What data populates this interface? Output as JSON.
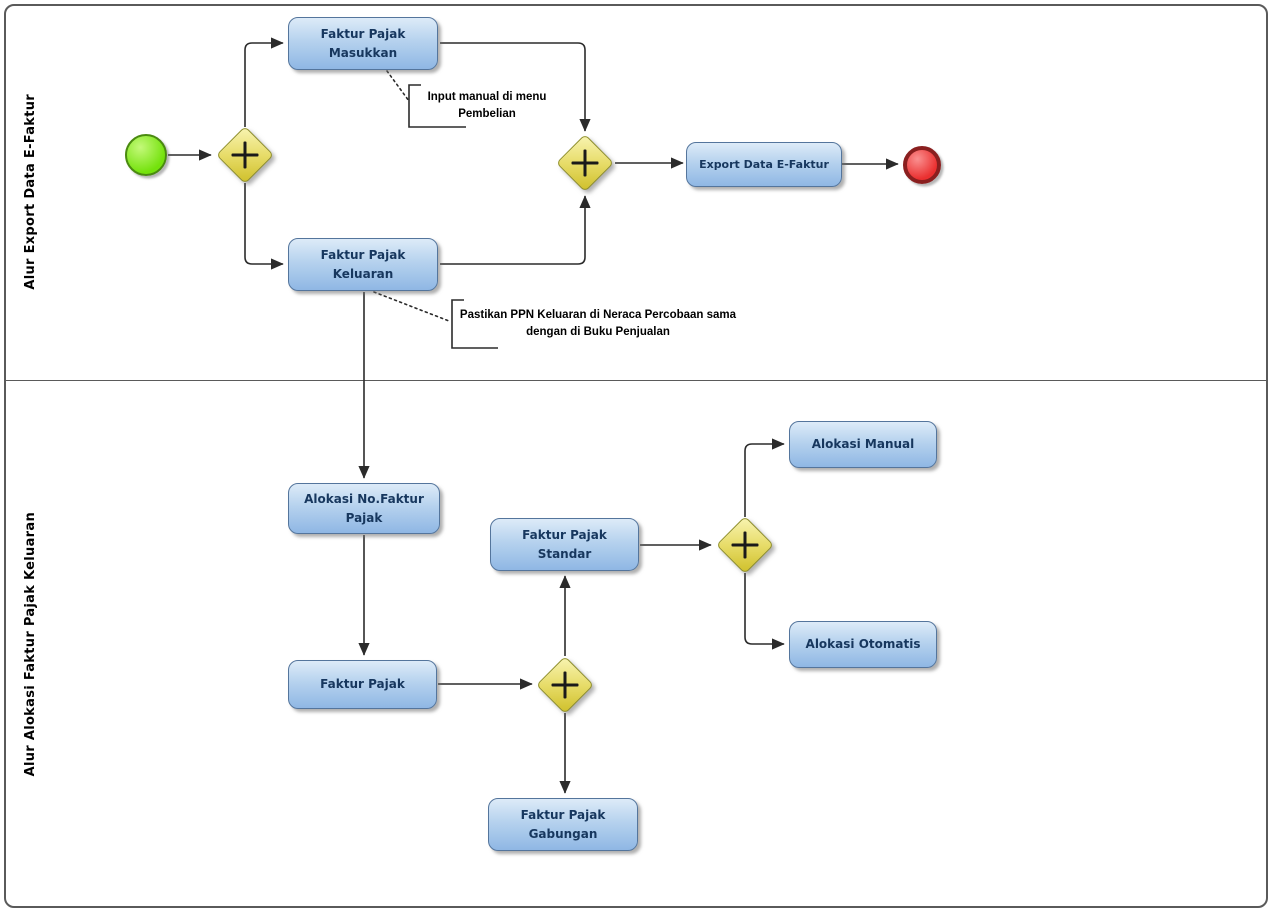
{
  "lanes": [
    {
      "label": "Alur Export Data E-Faktur"
    },
    {
      "label": "Alur Alokasi Faktur Pajak Keluaran"
    }
  ],
  "nodes": {
    "faktur_pajak_masukkan": {
      "label": "Faktur Pajak Masukkan"
    },
    "faktur_pajak_keluaran": {
      "label": "Faktur Pajak Keluaran"
    },
    "export_data_efaktur": {
      "label": "Export Data E-Faktur"
    },
    "alokasi_no_faktur_pajak": {
      "label": "Alokasi No.Faktur Pajak"
    },
    "faktur_pajak": {
      "label": "Faktur Pajak"
    },
    "faktur_pajak_standar": {
      "label": "Faktur Pajak Standar"
    },
    "faktur_pajak_gabungan": {
      "label": "Faktur Pajak Gabungan"
    },
    "alokasi_manual": {
      "label": "Alokasi Manual"
    },
    "alokasi_otomatis": {
      "label": "Alokasi Otomatis"
    }
  },
  "annotations": {
    "pembelian": {
      "text": "Input manual di menu Pembelian"
    },
    "ppn": {
      "text": "Pastikan PPN Keluaran di Neraca Percobaan sama dengan di Buku Penjualan"
    }
  },
  "colors": {
    "task_fill_top": "#ddebf8",
    "task_fill_bottom": "#8fb7e4",
    "task_border": "#54759c",
    "task_text": "#17375e",
    "gateway_fill_top": "#f8f4b2",
    "gateway_fill_bottom": "#cfc02a",
    "gateway_border": "#8f8f2a",
    "start_event_fill": "#74e20c",
    "start_event_border": "#4a8a10",
    "end_event_fill": "#ea3030",
    "end_event_border": "#8a1f1f",
    "connector": "#2b2b2b"
  }
}
